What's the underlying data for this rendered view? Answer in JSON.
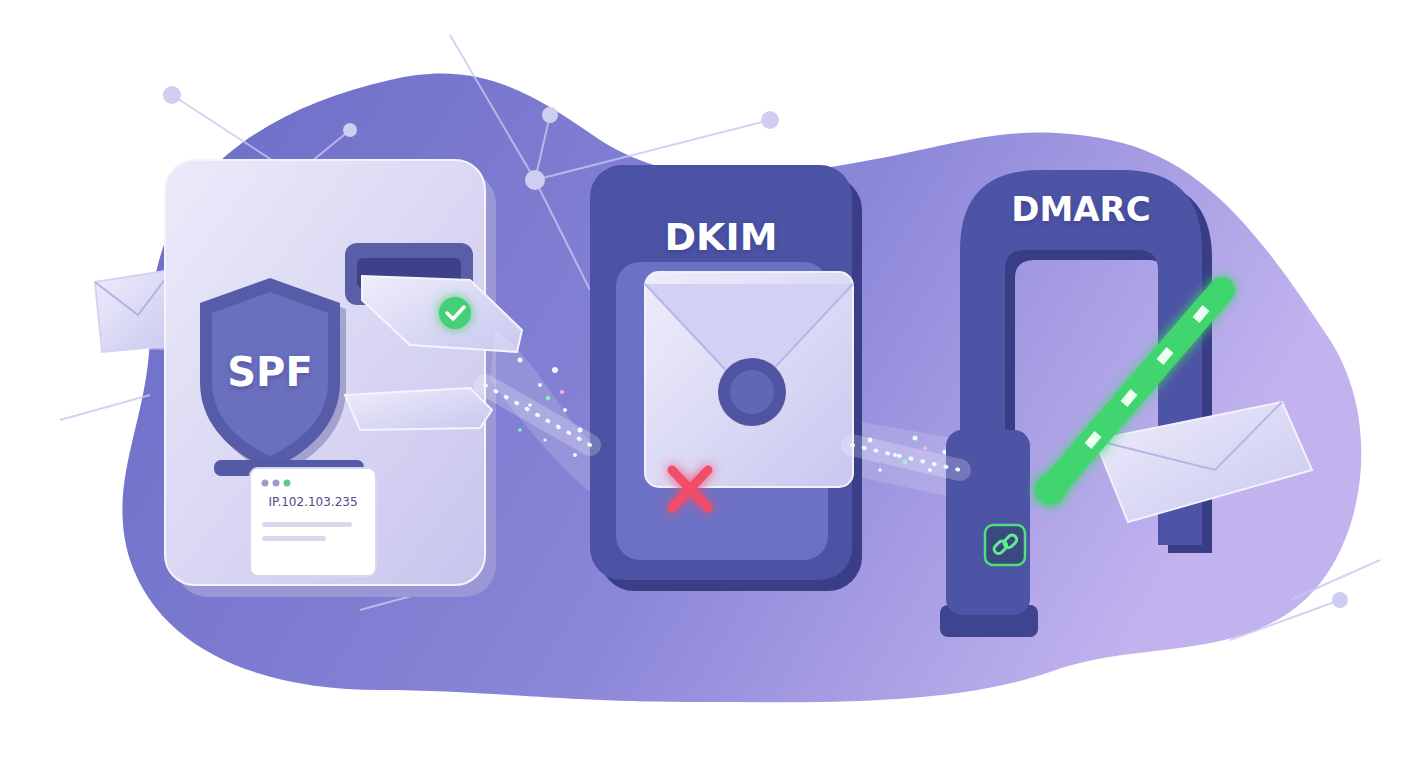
{
  "diagram": {
    "nodes": [
      {
        "text": [
          "SPF",
          "IP.102.103.235"
        ]
      },
      {
        "text": [
          "DKIM"
        ]
      },
      {
        "text": [
          "DMARC"
        ]
      }
    ],
    "edges": [
      {
        "from": 0,
        "to": 1,
        "arrow": "none"
      },
      {
        "from": 1,
        "to": 2,
        "arrow": "none"
      }
    ]
  }
}
